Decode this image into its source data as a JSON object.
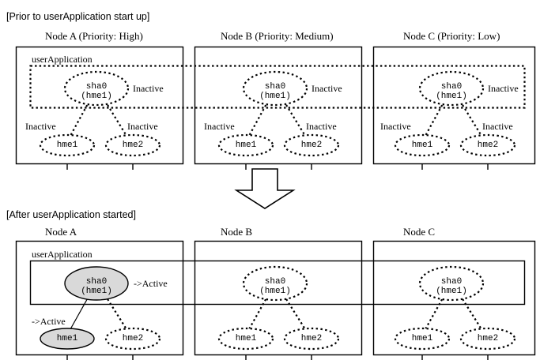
{
  "sections": [
    {
      "id": "before",
      "title": "[Prior to userApplication start up]",
      "userapp_label": "userApplication",
      "nodes": [
        {
          "title": "Node A (Priority: High)",
          "sha_line1": "sha0",
          "sha_line2": "(hme1)",
          "sha_state": "Inactive",
          "left_nic": "hme1",
          "left_state": "Inactive",
          "right_nic": "hme2",
          "right_state": "Inactive"
        },
        {
          "title": "Node B (Priority: Medium)",
          "sha_line1": "sha0",
          "sha_line2": "(hme1)",
          "sha_state": "Inactive",
          "left_nic": "hme1",
          "left_state": "Inactive",
          "right_nic": "hme2",
          "right_state": "Inactive"
        },
        {
          "title": "Node C (Priority: Low)",
          "sha_line1": "sha0",
          "sha_line2": "(hme1)",
          "sha_state": "Inactive",
          "left_nic": "hme1",
          "left_state": "Inactive",
          "right_nic": "hme2",
          "right_state": "Inactive"
        }
      ]
    },
    {
      "id": "after",
      "title": "[After userApplication started]",
      "userapp_label": "userApplication",
      "nodes": [
        {
          "title": "Node A",
          "sha_line1": "sha0",
          "sha_line2": "(hme1)",
          "sha_state": "->Active",
          "left_nic": "hme1",
          "left_state": "->Active",
          "right_nic": "hme2",
          "right_state": ""
        },
        {
          "title": "Node B",
          "sha_line1": "sha0",
          "sha_line2": "(hme1)",
          "sha_state": "",
          "left_nic": "hme1",
          "left_state": "",
          "right_nic": "hme2",
          "right_state": ""
        },
        {
          "title": "Node C",
          "sha_line1": "sha0",
          "sha_line2": "(hme1)",
          "sha_state": "",
          "left_nic": "hme1",
          "left_state": "",
          "right_nic": "hme2",
          "right_state": ""
        }
      ]
    }
  ],
  "transition_arrow": "down-arrow",
  "colors": {
    "stroke": "#000000",
    "active_fill": "#d9d9d9",
    "inactive_fill": "#ffffff",
    "background": "#ffffff"
  }
}
